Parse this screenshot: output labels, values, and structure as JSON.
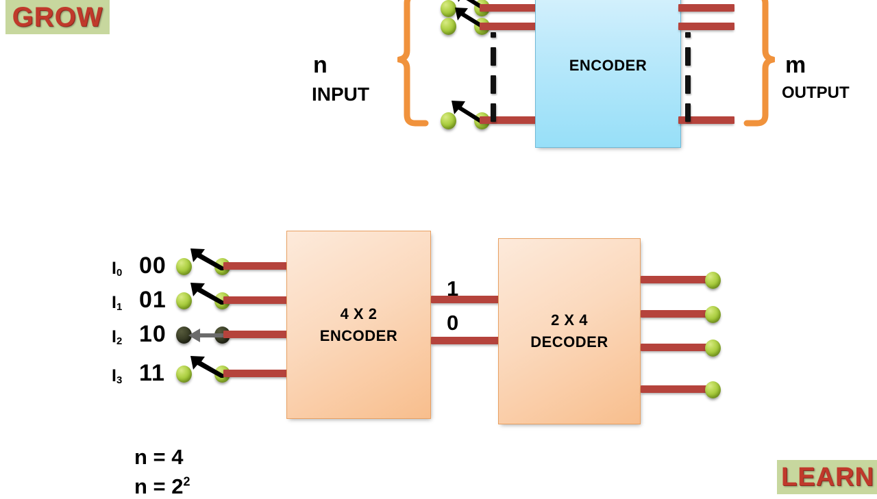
{
  "watermarks": {
    "top_left": "GROW",
    "bottom_right": "LEARN"
  },
  "top_diagram": {
    "input_label_symbol": "n",
    "input_label_word": "INPUT",
    "block_title": "ENCODER",
    "output_label_symbol": "m",
    "output_label_word": "OUTPUT",
    "input_wire_count_shown": 3,
    "output_wire_count_shown": 3,
    "ellipsis_glyph": "vertical-dashed-ellipsis"
  },
  "bottom_diagram": {
    "inputs": [
      {
        "name": "I",
        "index": "0",
        "bits": "00",
        "state": "inactive"
      },
      {
        "name": "I",
        "index": "1",
        "bits": "01",
        "state": "inactive"
      },
      {
        "name": "I",
        "index": "2",
        "bits": "10",
        "state": "active"
      },
      {
        "name": "I",
        "index": "3",
        "bits": "11",
        "state": "inactive"
      }
    ],
    "encoder": {
      "size": "4 X 2",
      "title": "ENCODER"
    },
    "decoder": {
      "size": "2 X 4",
      "title": "DECODER"
    },
    "bus_labels": [
      "1",
      "0"
    ],
    "output_count": 4
  },
  "equations": [
    {
      "text": "n = 4"
    },
    {
      "base": "n = 2",
      "exponent": "2"
    }
  ],
  "colors": {
    "wire": "#b5433c",
    "dot_active": "#9dc431",
    "dot_selected": "#2f331f",
    "encoder_blue": "#bfeafb",
    "block_orange": "#f8be8d",
    "brace_orange": "#f0923c",
    "watermark_bg": "#c7d79e",
    "watermark_text": "#c0392b"
  }
}
